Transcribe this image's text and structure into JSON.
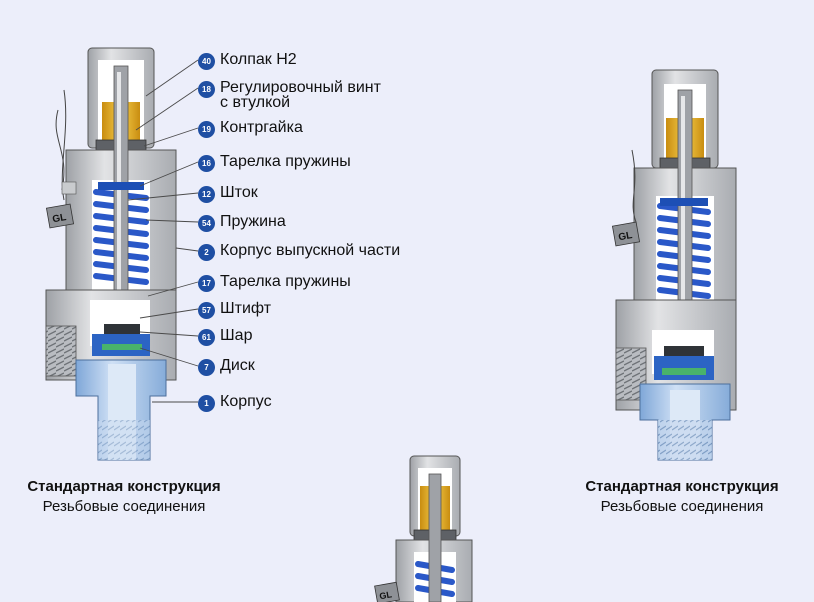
{
  "callouts": [
    {
      "number": "40",
      "label": "Колпак Н2"
    },
    {
      "number": "18",
      "label": "Регулировочный винт\nс втулкой"
    },
    {
      "number": "19",
      "label": "Контргайка"
    },
    {
      "number": "16",
      "label": "Тарелка пружины"
    },
    {
      "number": "12",
      "label": "Шток"
    },
    {
      "number": "54",
      "label": "Пружина"
    },
    {
      "number": "2",
      "label": "Корпус выпускной части"
    },
    {
      "number": "17",
      "label": "Тарелка пружины"
    },
    {
      "number": "57",
      "label": "Штифт"
    },
    {
      "number": "61",
      "label": "Шар"
    },
    {
      "number": "7",
      "label": "Диск"
    },
    {
      "number": "1",
      "label": "Корпус"
    }
  ],
  "captions": {
    "left": {
      "title": "Стандартная конструкция",
      "subtitle": "Резьбовые соединения"
    },
    "right": {
      "title": "Стандартная конструкция",
      "subtitle": "Резьбовые соединения"
    }
  },
  "tag_label": "GL",
  "colors": {
    "background": "#eceefa",
    "metal": "#c9cbce",
    "metal_dark": "#8e9196",
    "brass": "#e8b21f",
    "spring": "#2a58c8",
    "body_blue": "#a9c8ec",
    "disk_green": "#49b26b",
    "badge": "#1f4fa3"
  }
}
